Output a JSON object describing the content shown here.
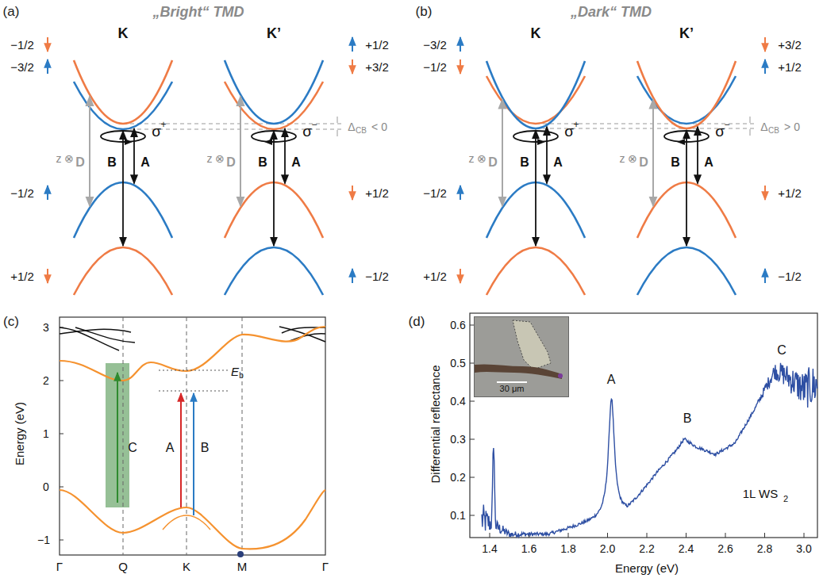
{
  "diagram": {
    "nodes": [
      {
        "text": [
          "30 μm"
        ]
      }
    ],
    "labels": [
      "(a)",
      "„Bright“ TMD",
      "K",
      "K’",
      "−1/2",
      "−3/2",
      "+1/2",
      "+3/2",
      "Δ",
      "CB",
      "< 0",
      "z ⊗",
      "D",
      "B",
      "A",
      "σ",
      "+",
      "z ⊗",
      "D",
      "B",
      "A",
      "σ",
      "−",
      "−1/2",
      "+1/2",
      "+1/2",
      "−1/2",
      "(b)",
      "„Dark“ TMD",
      "K",
      "K’",
      "−3/2",
      "−1/2",
      "+3/2",
      "+1/2",
      "Δ",
      "CB",
      "> 0",
      "z ⊗",
      "D",
      "B",
      "A",
      "σ",
      "+",
      "z ⊗",
      "D",
      "B",
      "A",
      "σ",
      "−",
      "−1/2",
      "+1/2",
      "+1/2",
      "−1/2",
      "(c)",
      "3",
      "2",
      "1",
      "0",
      "−1",
      "Energy (eV)",
      "Γ",
      "Q",
      "K",
      "M",
      "Γ",
      "E",
      "b",
      "C",
      "A",
      "B",
      "(d)",
      "Differential reflectance",
      "0.6",
      "0.5",
      "0.4",
      "0.3",
      "0.2",
      "0.1",
      "1.4",
      "1.6",
      "1.8",
      "2.0",
      "2.2",
      "2.4",
      "2.6",
      "2.8",
      "3.0",
      "Energy (eV)",
      "A",
      "B",
      "C",
      "1L WS",
      "2"
    ]
  }
}
